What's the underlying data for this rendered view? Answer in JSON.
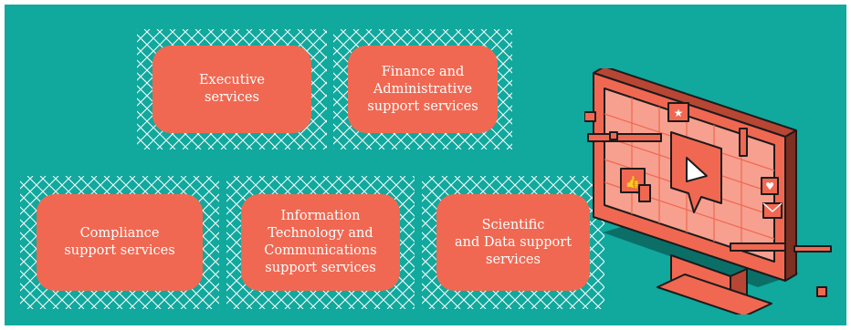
{
  "colors": {
    "background": "#11a89d",
    "card": "#f06852",
    "card_text": "#ffffff",
    "lattice": "#ffffff",
    "outline": "#1b1b1b"
  },
  "services": [
    {
      "label": "Executive\nservices"
    },
    {
      "label": "Finance and\nAdministrative\nsupport services"
    },
    {
      "label": "Compliance\nsupport services"
    },
    {
      "label": "Information\nTechnology and\nCommunications\nsupport services"
    },
    {
      "label": "Scientific\nand Data support\nservices"
    }
  ],
  "illustration": {
    "name": "computer-monitor-illustration",
    "icons": [
      "star-icon",
      "thumbs-up-icon",
      "heart-icon",
      "mail-icon",
      "play-icon"
    ]
  }
}
